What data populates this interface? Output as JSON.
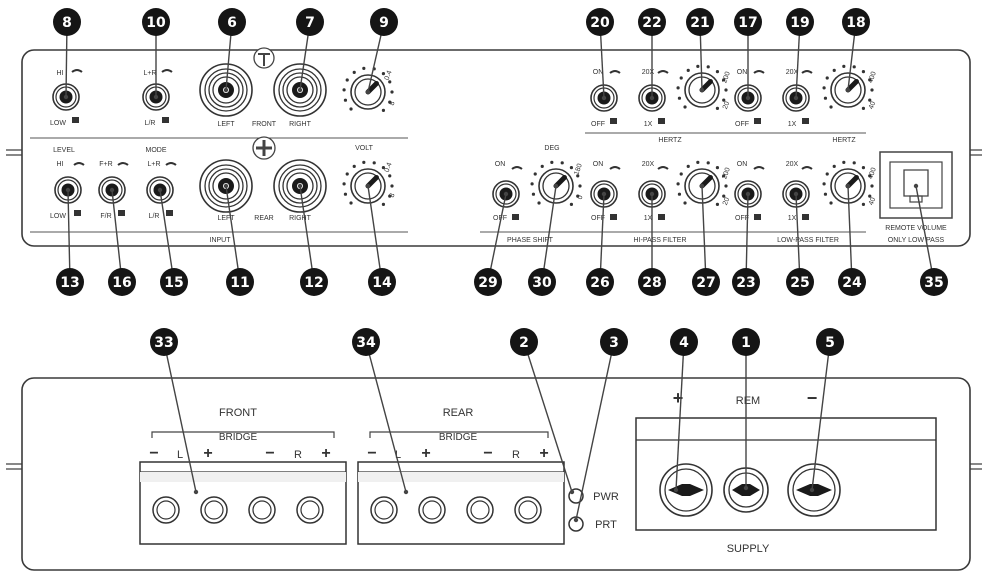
{
  "top_panel": {
    "labels": {
      "hi": "HI",
      "low": "LOW",
      "lr_plus": "L+R",
      "lr": "L/R",
      "left": "LEFT",
      "front": "FRONT",
      "right": "RIGHT",
      "level": "LEVEL",
      "fr_plus": "F+R",
      "fr": "F/R",
      "mode": "MODE",
      "rear": "REAR",
      "volt": "VOLT",
      "input": "INPUT",
      "volt_scale_top": "0.4",
      "volt_scale_bottom": "8",
      "deg": "DEG",
      "on": "ON",
      "off": "OFF",
      "x20": "20X",
      "x1": "1X",
      "hertz": "HERTZ",
      "hp_200": "200",
      "hp_20": "20",
      "lp_400": "400",
      "lp_40": "40",
      "deg_180": "180",
      "deg_0": "0",
      "phase_shift": "PHASE SHIFT",
      "hi_pass_filter": "HI-PASS FILTER",
      "low_pass_filter": "LOW-PASS FILTER",
      "remote_volume": "REMOTE VOLUME",
      "only_low_pass": "ONLY LOW PASS"
    }
  },
  "bottom_panel": {
    "labels": {
      "front": "FRONT",
      "rear": "REAR",
      "bridge": "BRIDGE",
      "l": "L",
      "r": "R",
      "minus": "−",
      "plus": "+",
      "pwr": "PWR",
      "prt": "PRT",
      "rem": "REM",
      "supply": "SUPPLY",
      "supply_plus": "+",
      "supply_minus": "−"
    }
  },
  "callouts": [
    "8",
    "10",
    "6",
    "7",
    "9",
    "20",
    "22",
    "21",
    "17",
    "19",
    "18",
    "13",
    "16",
    "15",
    "11",
    "12",
    "14",
    "29",
    "30",
    "26",
    "28",
    "27",
    "23",
    "25",
    "24",
    "35",
    "33",
    "34",
    "2",
    "3",
    "4",
    "1",
    "5"
  ],
  "colors": {
    "badge": "#151515",
    "line": "#444444",
    "panel_stroke": "#3a3a3a"
  }
}
